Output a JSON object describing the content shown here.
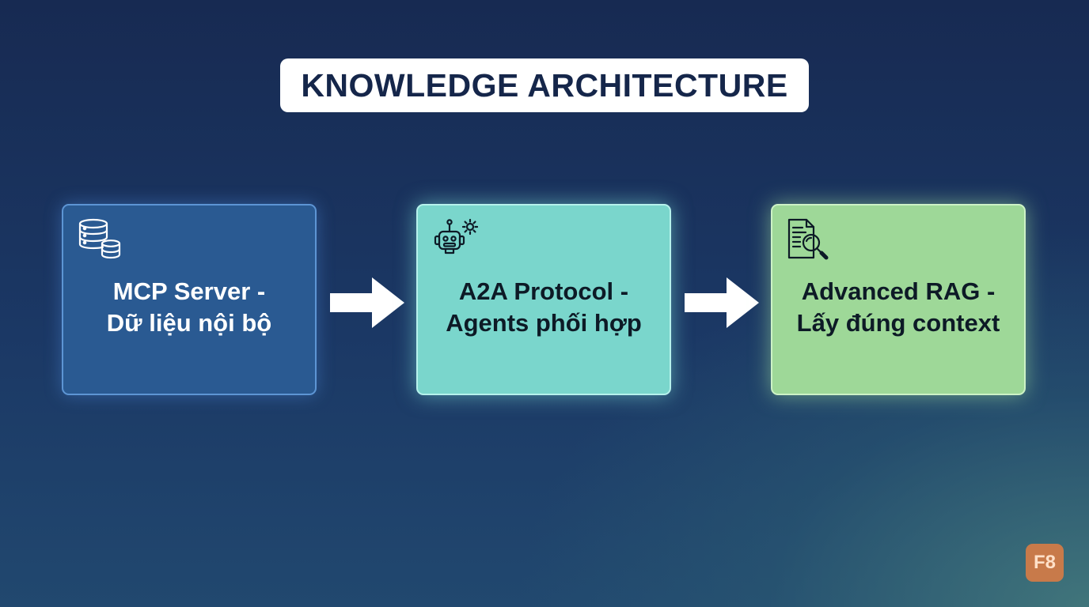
{
  "title": "KNOWLEDGE ARCHITECTURE",
  "steps": [
    {
      "line1": "MCP Server -",
      "line2": "Dữ liệu nội bộ",
      "icon": "database-icon",
      "color": "#2a5a92"
    },
    {
      "line1": "A2A Protocol -",
      "line2": "Agents phối hợp",
      "icon": "robot-gear-icon",
      "color": "#7ad6cc"
    },
    {
      "line1": "Advanced RAG -",
      "line2": "Lấy đúng context",
      "icon": "document-search-icon",
      "color": "#9ed898"
    }
  ],
  "badge": "F8",
  "colors": {
    "background": "#1b3865",
    "title_text": "#15264a",
    "arrow": "#ffffff",
    "badge": "#c87a4a"
  }
}
